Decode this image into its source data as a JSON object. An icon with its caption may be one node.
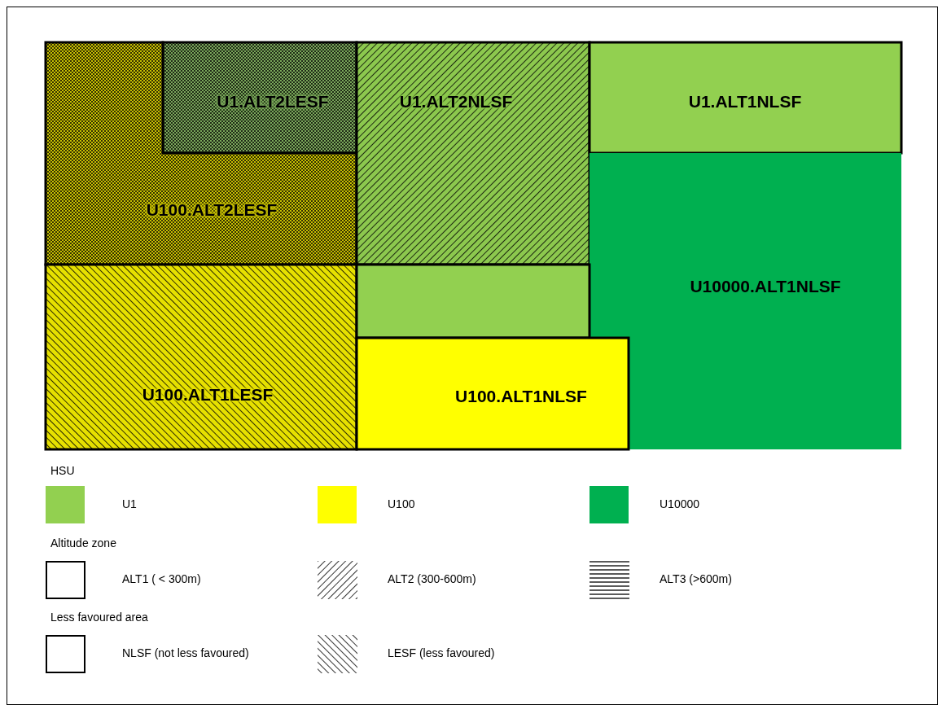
{
  "diagram": {
    "nodes": [
      {
        "text": [
          "U1.ALT2LESF"
        ]
      },
      {
        "text": [
          "U100.ALT2LESF"
        ]
      },
      {
        "text": [
          "U1.ALT2NLSF"
        ]
      },
      {
        "text": [
          "U1.ALT1NLSF"
        ]
      },
      {
        "text": [
          "U10000.ALT1NLSF"
        ]
      },
      {
        "text": [
          "U100.ALT1LESF"
        ]
      },
      {
        "text": [],
        "shape": "box"
      },
      {
        "text": [
          "U100.ALT1NLSF"
        ]
      }
    ],
    "labels": [
      "HSU",
      "Altitude zone",
      "Less favoured area"
    ],
    "legend": [
      {
        "text": "U1",
        "color": "#92d050"
      },
      {
        "text": "U100",
        "color": "#ffff00"
      },
      {
        "text": "U10000",
        "color": "#00b050"
      },
      {
        "text": "ALT1 ( < 300m)"
      },
      {
        "text": "ALT2 (300-600m)"
      },
      {
        "text": "ALT3 (>600m)"
      },
      {
        "text": "NLSF (not less favoured)"
      },
      {
        "text": "LESF (less favoured)"
      }
    ]
  }
}
